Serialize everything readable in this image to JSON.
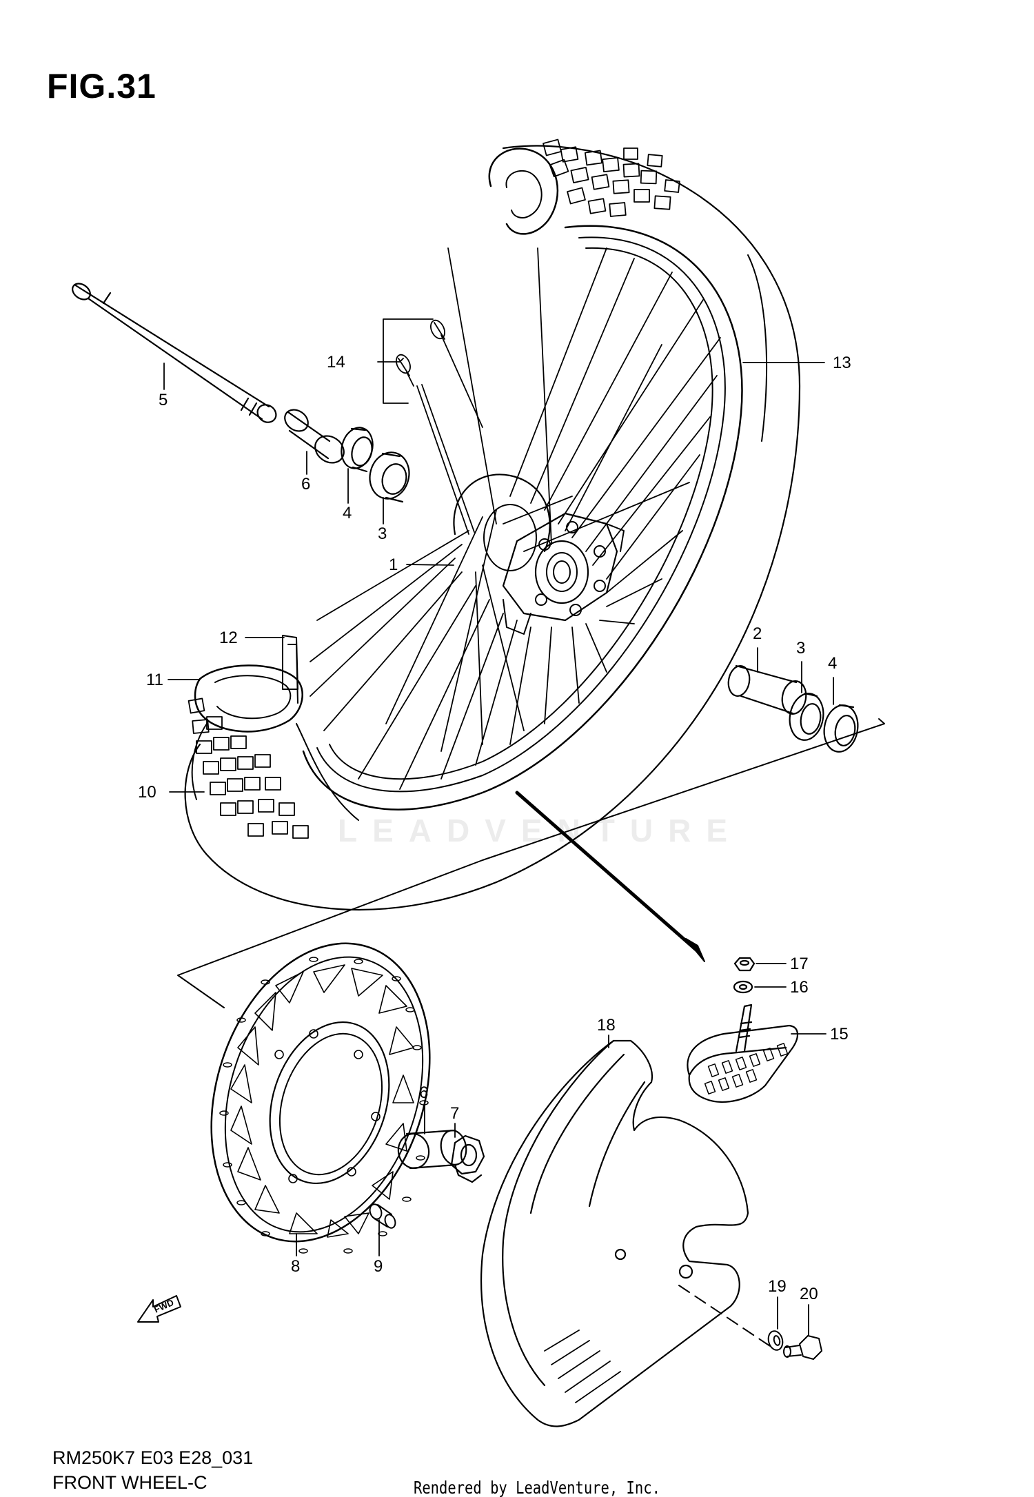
{
  "figure": {
    "title": "FIG.31",
    "model_code": "RM250K7 E03 E28_031",
    "name": "FRONT WHEEL-C",
    "rendered_by": "Rendered by LeadVenture, Inc.",
    "watermark": "LEADVENTURE"
  },
  "callouts": [
    "1",
    "2",
    "3",
    "3",
    "4",
    "4",
    "5",
    "6",
    "6",
    "7",
    "8",
    "9",
    "10",
    "11",
    "12",
    "13",
    "14",
    "15",
    "16",
    "17",
    "18",
    "19",
    "20"
  ],
  "icons": {
    "fwd": "FWD"
  }
}
